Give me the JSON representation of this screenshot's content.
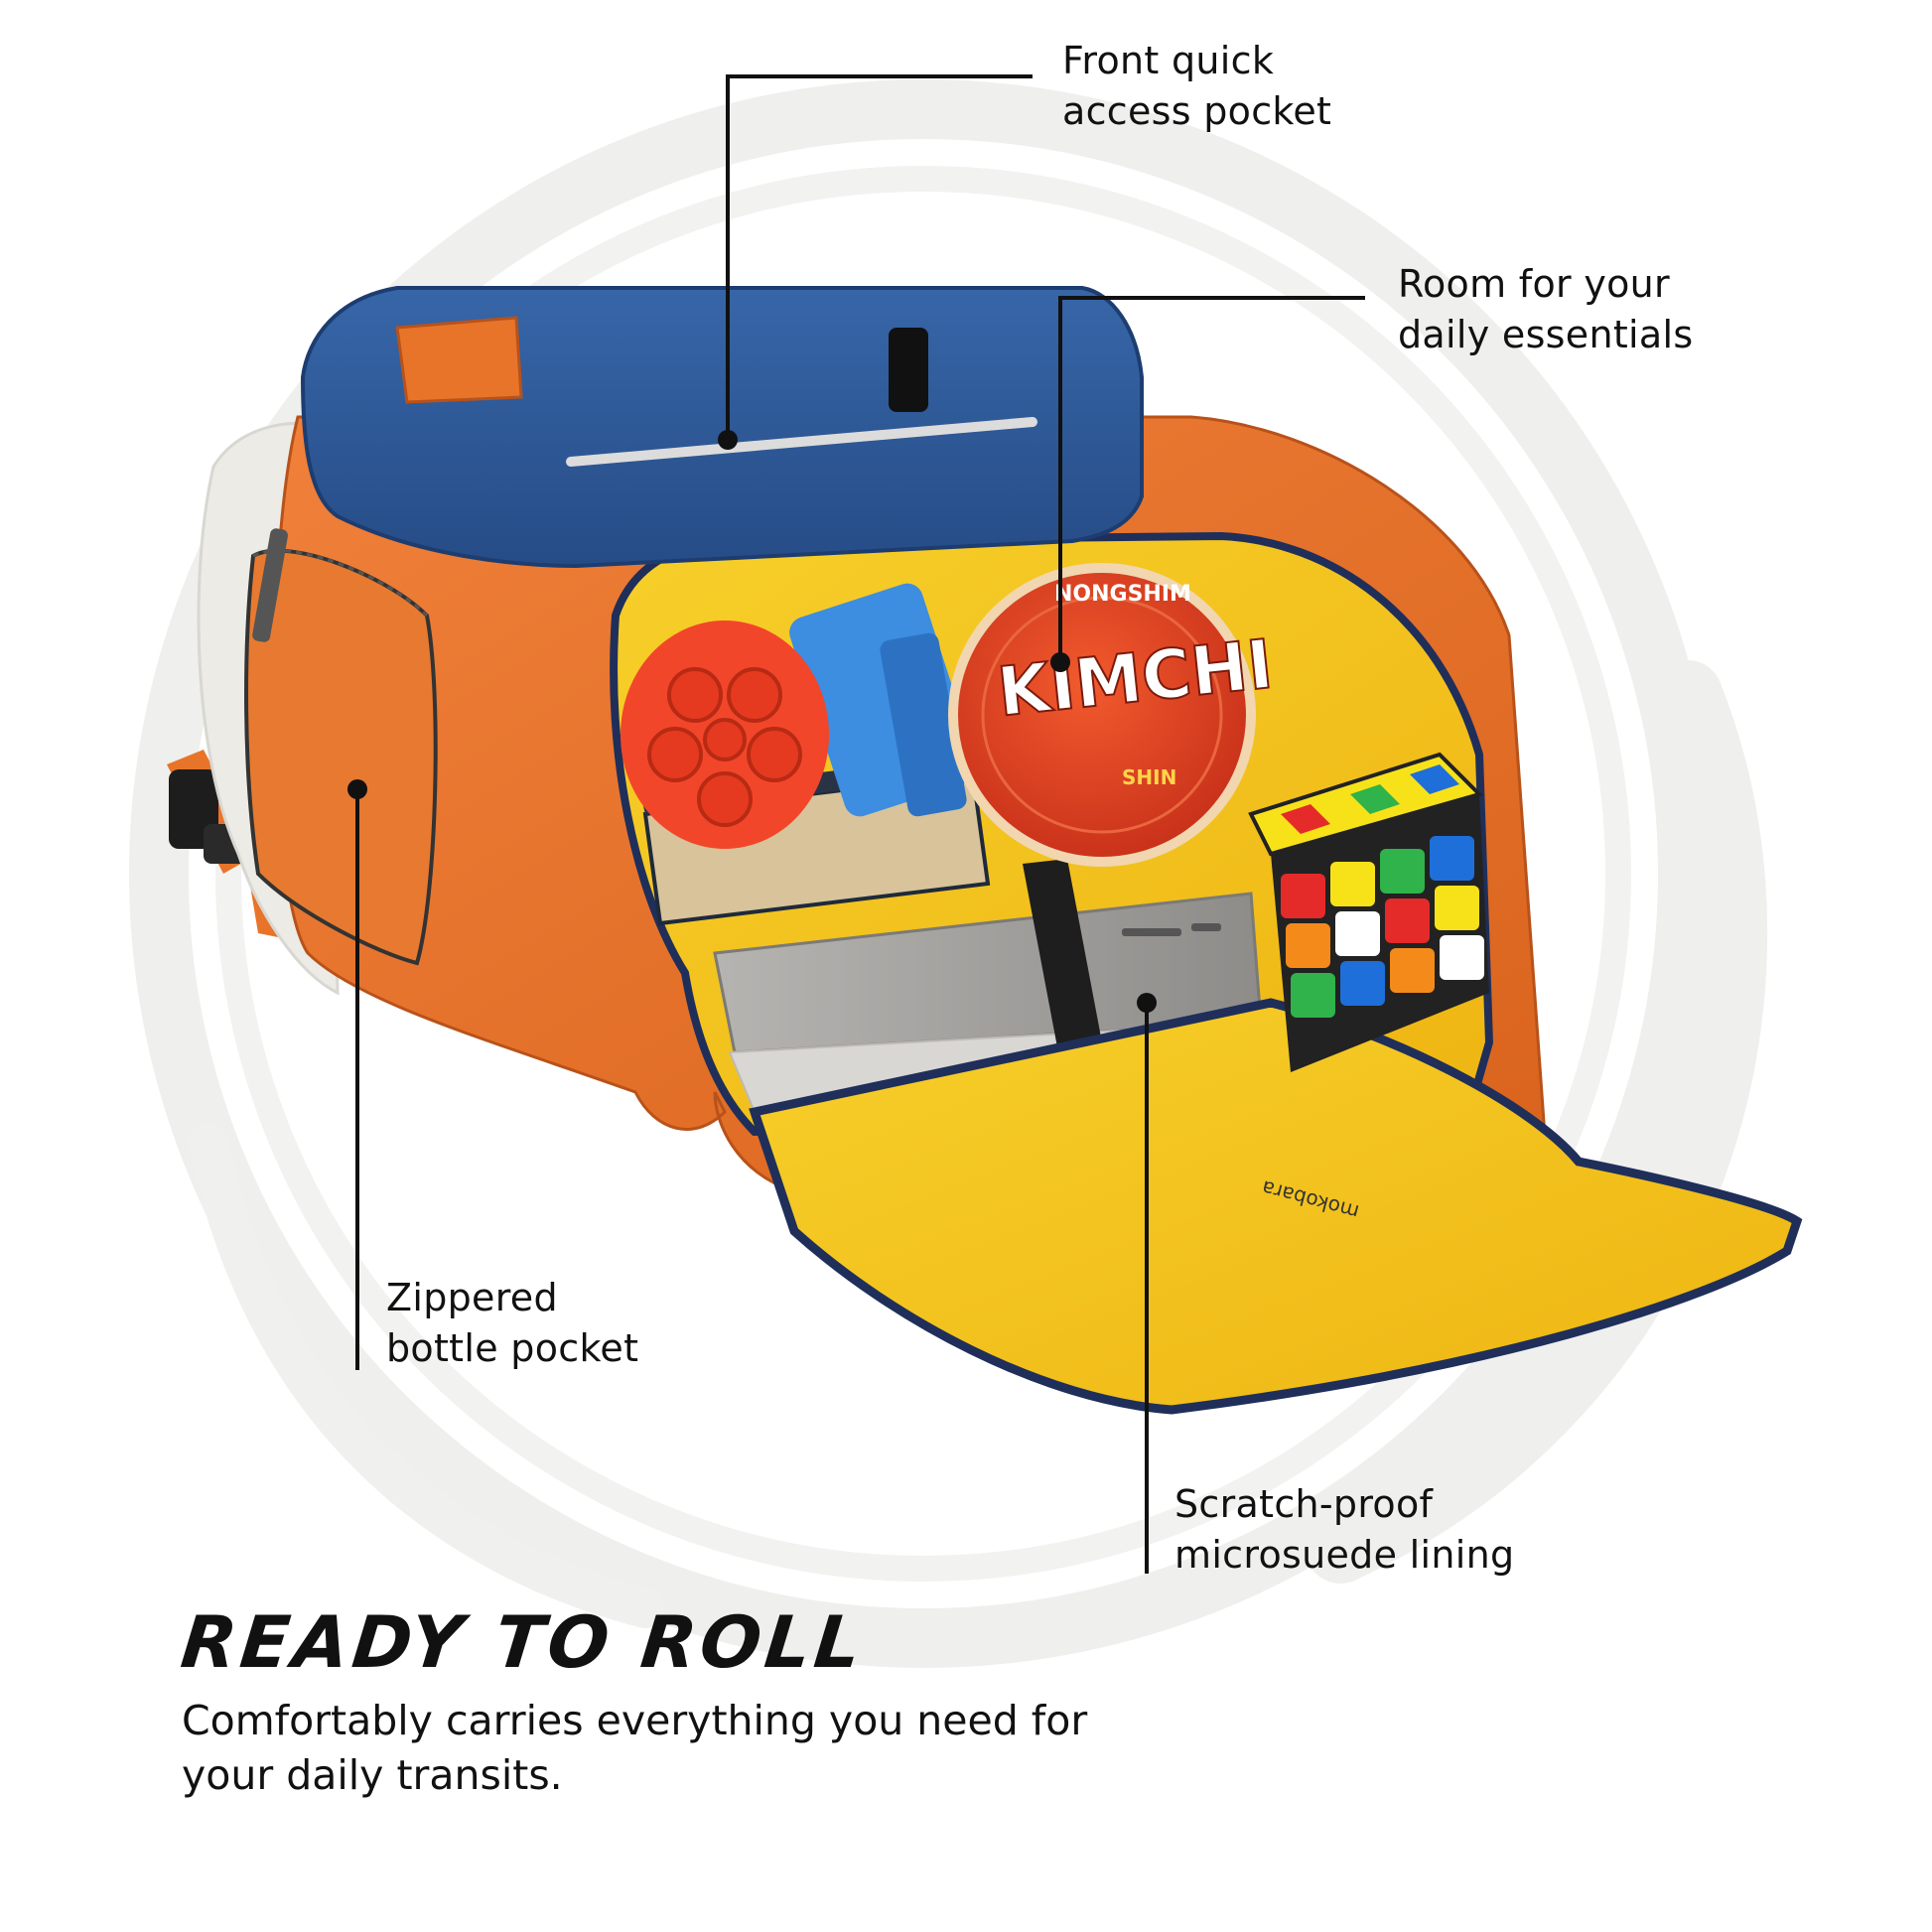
{
  "callouts": {
    "front_pocket": [
      "Front quick",
      "access pocket"
    ],
    "daily_essentials": [
      "Room for your",
      "daily essentials"
    ],
    "bottle_pocket": [
      "Zippered",
      "bottle pocket"
    ],
    "lining": [
      "Scratch-proof",
      "microsuede lining"
    ]
  },
  "headline": "READY TO ROLL",
  "subline": [
    "Comfortably carries everything you need for",
    "your daily transits."
  ],
  "product": {
    "ramen_brand": "NONGSHIM",
    "ramen_flavor": "KIMCHI",
    "ramen_sub": "SHIN",
    "lining_brand": "mokobara"
  },
  "colors": {
    "bag_orange": "#e8742a",
    "lid_blue": "#2f5a9a",
    "lining_yellow": "#f3c21a",
    "side_white": "#ecebe6",
    "zipper_navy": "#1f2f5a",
    "text": "#111111"
  }
}
